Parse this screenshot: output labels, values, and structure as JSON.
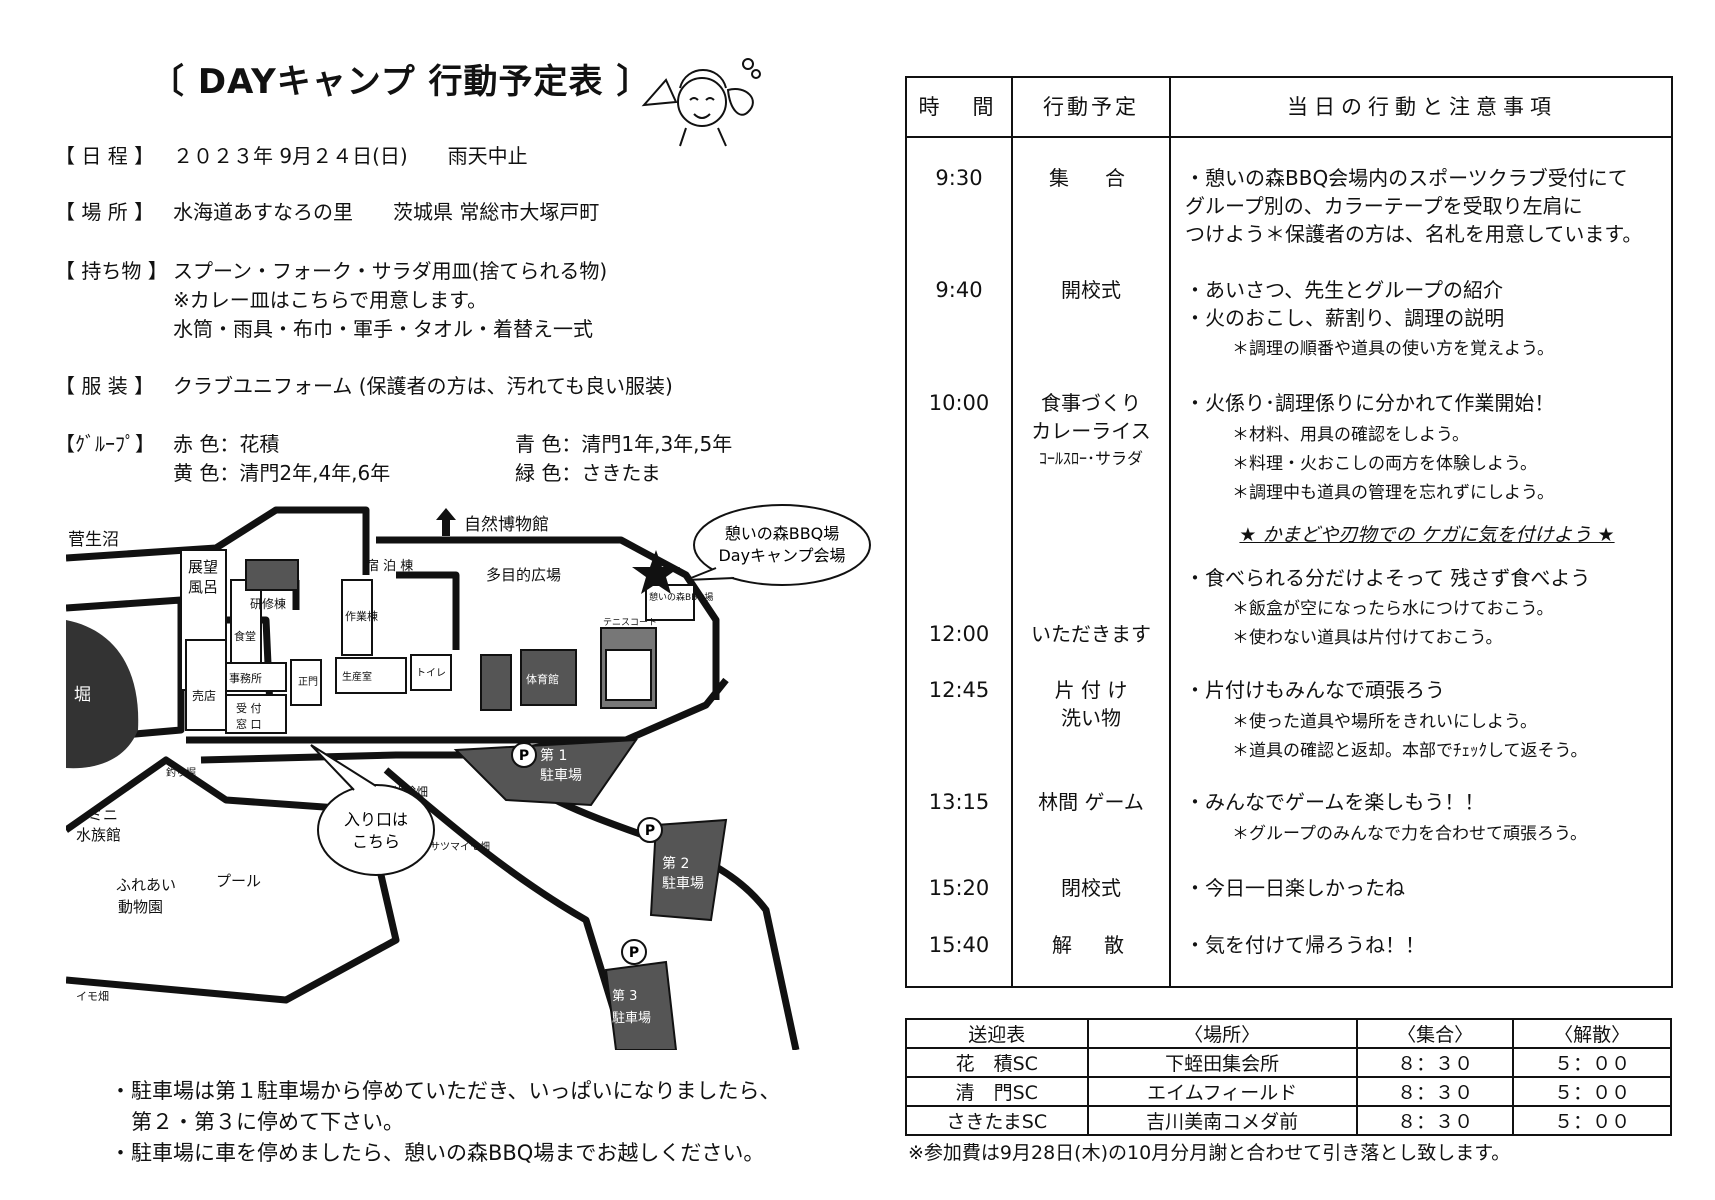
{
  "title": "〔 DAYキャンプ 行動予定表 〕",
  "info": [
    {
      "label": "【 日 程 】",
      "lines": [
        "２０２３年 9月２４日(日)　　雨天中止"
      ]
    },
    {
      "label": "【 場 所 】",
      "lines": [
        "水海道あすなろの里　　茨城県 常総市大塚戸町"
      ]
    },
    {
      "label": "【 持ち物 】",
      "lines": [
        "スプーン・フォーク・サラダ用皿(捨てられる物)",
        "※カレー皿はこちらで用意します。",
        "水筒・雨具・布巾・軍手・タオル・着替え一式"
      ]
    },
    {
      "label": "【 服 装 】",
      "lines": [
        "クラブユニフォーム (保護者の方は、汚れても良い服装)"
      ]
    }
  ],
  "groups": {
    "label": "【ｸﾞﾙｰﾌﾟ】",
    "items": [
      "赤 色：花積",
      "青 色：清門1年,3年,5年",
      "黄 色：清門2年,4年,6年",
      "緑 色：さきたま"
    ]
  },
  "map": {
    "labels": {
      "numa": "菅生沼",
      "museum": "自然博物館",
      "hori": "堀",
      "tenbo": "展望",
      "furo": "風呂",
      "kenshu": "研修棟",
      "shukuhaku": "宿 泊 棟",
      "sagyo": "作業棟",
      "hiroba": "多目的広場",
      "tennis": "テニスコート",
      "shokudo": "食堂",
      "baiten": "売店",
      "jimusho": "事務所",
      "seimon": "正門",
      "seisanshitsu": "生産室",
      "taiikukan": "体育館",
      "uketsuke": "受 付",
      "madoguchi": "窓 口",
      "bbq": "憩いの森BBQ場",
      "p1": "第 1",
      "p1b": "駐車場",
      "p2": "第 2",
      "p2b": "駐車場",
      "p3": "第 3",
      "p3b": "駐車場",
      "taiken": "体験畑",
      "satsuma": "サツマイモ畑",
      "mini": "ミニ",
      "suizokukan": "水族館",
      "fureai": "ふれあい",
      "doubutsuen": "動物園",
      "pool": "プール",
      "imo": "イモ畑",
      "tsuri": "釣り堀",
      "toilet": "トイレ"
    },
    "bubble_venue": [
      "憩いの森BBQ場",
      "Dayキャンプ会場"
    ],
    "bubble_entrance": [
      "入り口は",
      "こちら"
    ]
  },
  "notes": [
    "・駐車場は第１駐車場から停めていただき、いっぱいになりましたら、",
    "　第２・第３に停めて下さい。",
    "・駐車場に車を停めましたら、憩いの森BBQ場までお越しください。"
  ],
  "schedule": {
    "headers": [
      "時　間",
      "行動予定",
      "当日の行動と注意事項"
    ],
    "rows": [
      {
        "time": "9:30",
        "activity": [
          "集　合"
        ],
        "details": [
          "・憩いの森BBQ会場内のスポーツクラブ受付にて",
          "グループ別の、カラーテープを受取り左肩に",
          "つけよう＊保護者の方は、名札を用意しています。"
        ],
        "subs": []
      },
      {
        "time": "9:40",
        "activity": [
          "開校式"
        ],
        "details": [
          "・あいさつ、先生とグループの紹介",
          "・火のおこし、薪割り、調理の説明"
        ],
        "subs": [
          "＊調理の順番や道具の使い方を覚えよう。"
        ]
      },
      {
        "time": "10:00",
        "activity": [
          "食事づくり",
          "カレーライス",
          "ｺｰﾙｽﾛｰ･サラダ"
        ],
        "details": [
          "・火係り･調理係りに分かれて作業開始！"
        ],
        "subs": [
          "＊材料、用具の確認をしよう。",
          "＊料理・火おこしの両方を体験しよう。",
          "＊調理中も道具の管理を忘れずにしよう。"
        ]
      },
      {
        "time": "",
        "activity": [],
        "details": [
          "・食べられる分だけよそって 残さず食べよう"
        ],
        "subs": [
          "＊飯盒が空になったら水につけておこう。"
        ]
      },
      {
        "time": "12:00",
        "activity": [
          "いただきます"
        ],
        "details": [],
        "subs": [
          "＊使わない道具は片付けておこう。"
        ]
      },
      {
        "time": "12:45",
        "activity": [
          "片 付 け",
          "洗い物"
        ],
        "details": [
          "・片付けもみんなで頑張ろう"
        ],
        "subs": [
          "＊使った道具や場所をきれいにしよう。",
          "＊道具の確認と返却。本部でﾁｪｯｸして返そう。"
        ]
      },
      {
        "time": "13:15",
        "activity": [
          "林間 ゲーム"
        ],
        "details": [
          "・みんなでゲームを楽しもう！！"
        ],
        "subs": [
          "＊グループのみんなで力を合わせて頑張ろう。"
        ]
      },
      {
        "time": "15:20",
        "activity": [
          "閉校式"
        ],
        "details": [
          "・今日一日楽しかったね"
        ],
        "subs": []
      },
      {
        "time": "15:40",
        "activity": [
          "解　散"
        ],
        "details": [
          "・気を付けて帰ろうね！！"
        ],
        "subs": []
      }
    ],
    "warning": "★ かまどや刃物での ケガに気を付けよう ★"
  },
  "transport": {
    "headers": [
      "送迎表",
      "〈場所〉",
      "〈集合〉",
      "〈解散〉"
    ],
    "rows": [
      [
        "花　積SC",
        "下蛭田集会所",
        "８：３０",
        "５：００"
      ],
      [
        "清　門SC",
        "エイムフィールド",
        "８：３０",
        "５：００"
      ],
      [
        "さきたまSC",
        "吉川美南コメダ前",
        "８：３０",
        "５：００"
      ]
    ]
  },
  "footnote": "※参加費は9月28日(木)の10月分月謝と合わせて引き落とし致します。"
}
